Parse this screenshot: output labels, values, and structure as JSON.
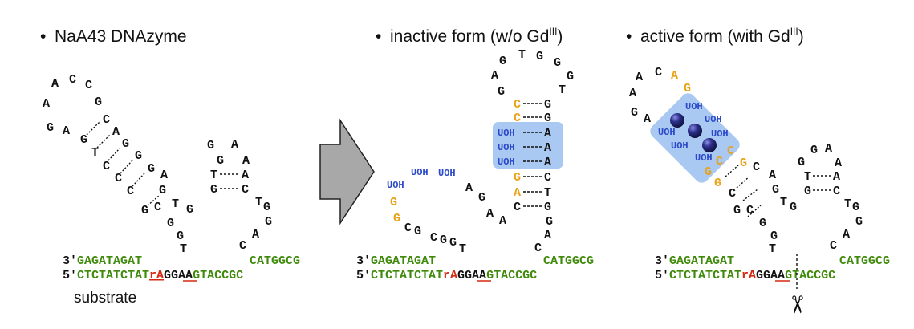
{
  "colors": {
    "black": "#111111",
    "green": "#3f8a0a",
    "orange": "#e8a217",
    "blue": "#2a48c8",
    "red": "#d52a10",
    "highlight": "#a9c8f2",
    "arrow": "#a8a8a8",
    "gd": "#2c2f8c"
  },
  "headers": {
    "left": "NaA43 DNAzyme",
    "middle_prefix": "inactive form (w/o Gd",
    "middle_sup": "III",
    "middle_suffix": ")",
    "right_prefix": "active form (with Gd",
    "right_sup": "III",
    "right_suffix": ")"
  },
  "bullet": "•",
  "substrate_label": "substrate",
  "strands": {
    "top_5p": "3′",
    "top_seq_left": "GAGATAGAT",
    "top_seq_right": "CATGGCG",
    "bottom_5p": "5′",
    "bottom_seq_left": "CTCTATCTAT",
    "cleavage_site": "rA",
    "bottom_seq_mid": "GGAA",
    "bottom_seq_right": "GTACCGC"
  },
  "uoh": "UOH",
  "scissors_icon": "✂"
}
